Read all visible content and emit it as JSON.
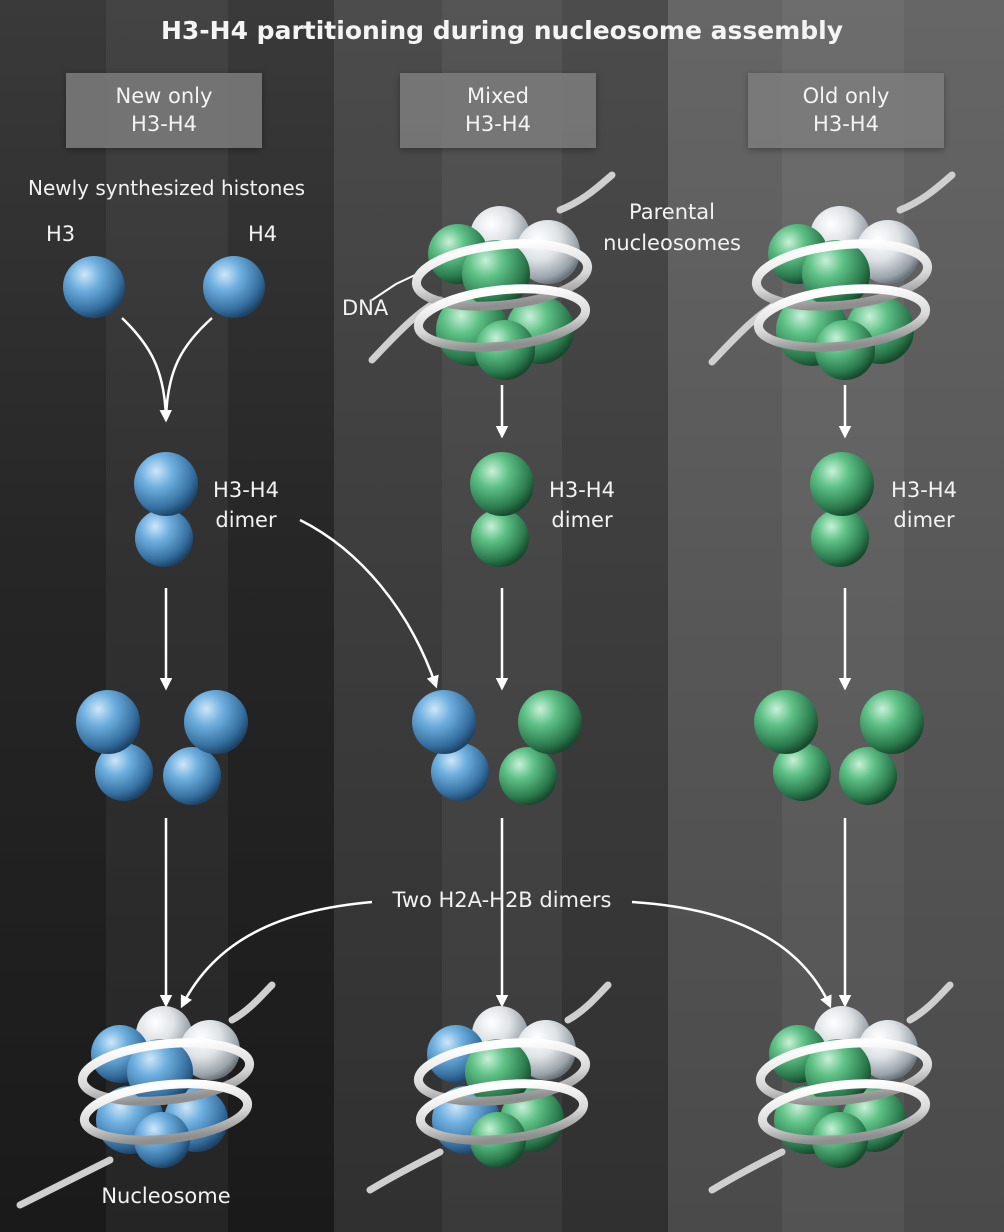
{
  "title": "H3-H4 partitioning during nucleosome assembly",
  "columns": [
    {
      "line1": "New only",
      "line2": "H3-H4"
    },
    {
      "line1": "Mixed",
      "line2": "H3-H4"
    },
    {
      "line1": "Old only",
      "line2": "H3-H4"
    }
  ],
  "labels": {
    "newly_synthesized": "Newly synthesized histones",
    "h3": "H3",
    "h4": "H4",
    "parental_line1": "Parental",
    "parental_line2": "nucleosomes",
    "dna": "DNA",
    "dimer_line1": "H3-H4",
    "dimer_line2": "dimer",
    "h2a_h2b": "Two H2A-H2B dimers",
    "nucleosome": "Nucleosome"
  },
  "colors": {
    "new_histone": "#4a8fc4",
    "old_histone": "#3fa267",
    "h2a_h2b_histone": "#d9dde0",
    "dna": "#ececec",
    "arrow": "#ffffff"
  }
}
